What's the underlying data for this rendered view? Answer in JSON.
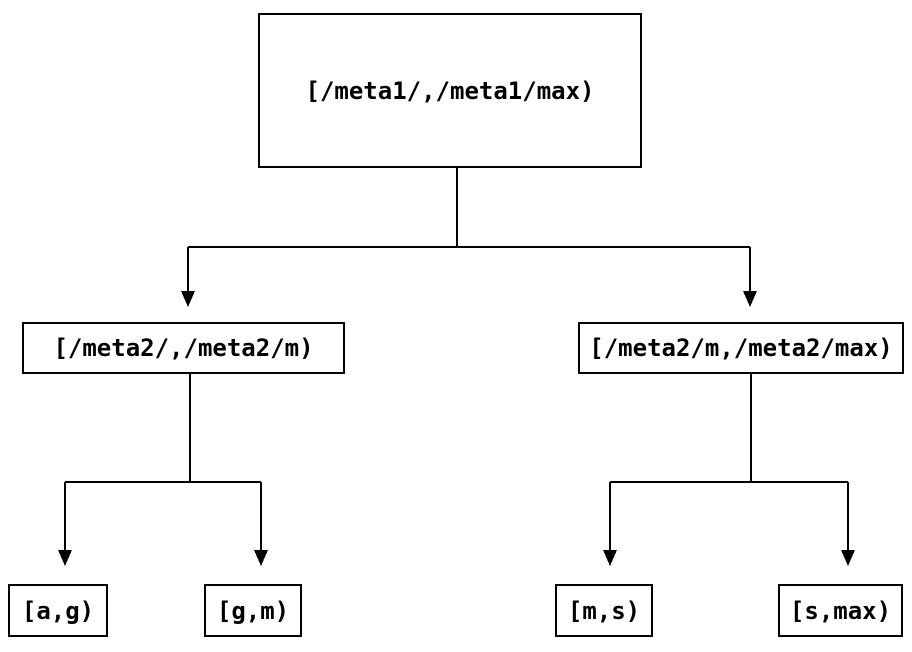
{
  "diagram": {
    "kind": "interval-partition-tree",
    "colors": {
      "line": "#000000",
      "node_border": "#000000",
      "node_background": "#ffffff",
      "text": "#000000",
      "page_background": "#ffffff"
    },
    "arrowhead_glyph": "filled-down-triangle",
    "tree": {
      "root": {
        "label": "[/meta1/,/meta1/max)",
        "children": [
          {
            "label": "[/meta2/,/meta2/m)",
            "children": [
              {
                "label": "[a,g)"
              },
              {
                "label": "[g,m)"
              }
            ]
          },
          {
            "label": "[/meta2/m,/meta2/max)",
            "children": [
              {
                "label": "[m,s)"
              },
              {
                "label": "[s,max)"
              }
            ]
          }
        ]
      }
    }
  }
}
